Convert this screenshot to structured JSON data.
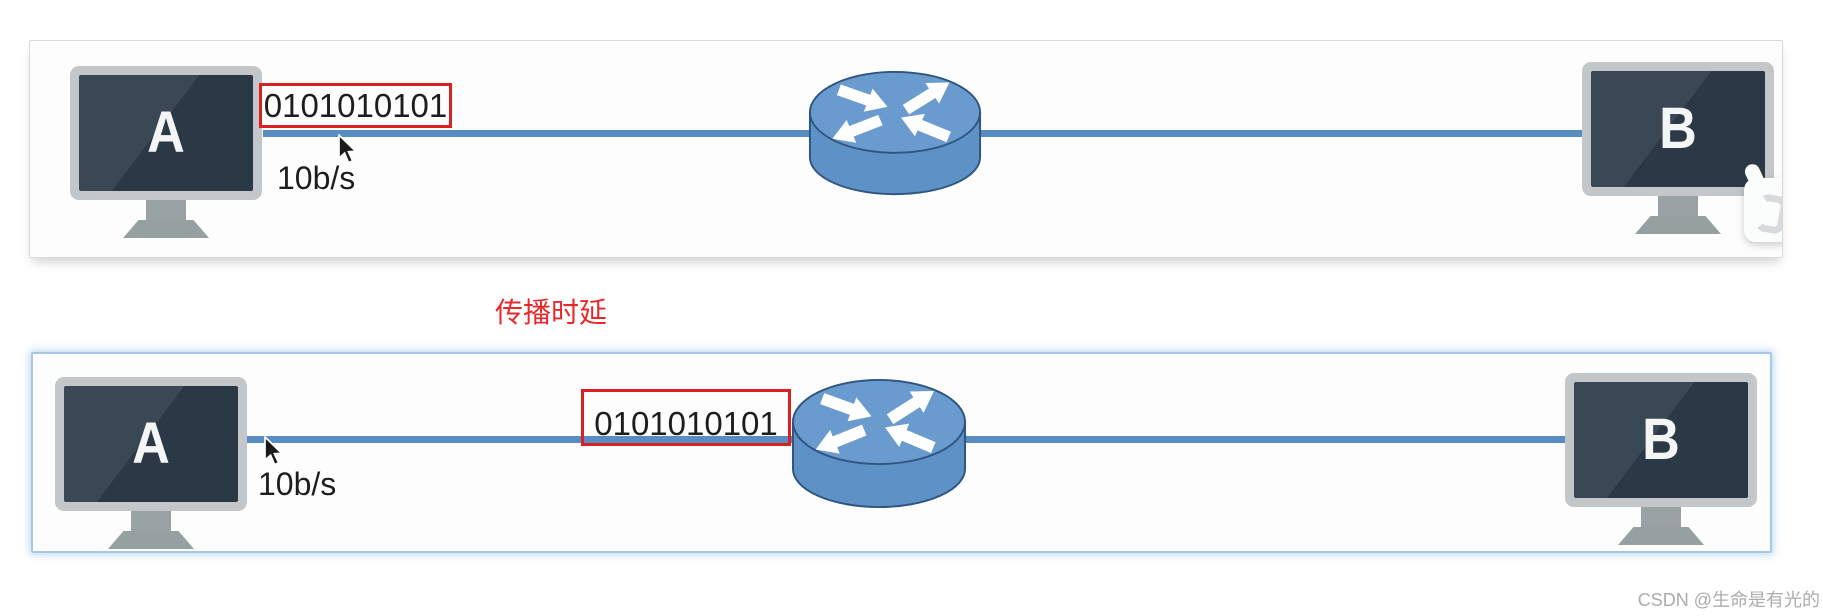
{
  "diagram": {
    "annotation": "传播时延",
    "watermark": "CSDN @生命是有光的",
    "top_panel": {
      "host_a": "A",
      "host_b": "B",
      "packet_label": "0101010101",
      "rate_label": "10b/s"
    },
    "bottom_panel": {
      "host_a": "A",
      "host_b": "B",
      "packet_label": "0101010101",
      "rate_label": "10b/s"
    },
    "colors": {
      "link_blue": "#578dc3",
      "router_blue": "#6296c9",
      "router_outline": "#2f5580",
      "packet_box_red": "#d92121",
      "annotation_red": "#e9282b",
      "screen_dark": "#2b3846",
      "frame_gray": "#c3c7c9",
      "selected_panel_border": "#a5c8e8",
      "watermark_gray": "#acacac"
    },
    "icons": {
      "router": "router-icon",
      "cursor": "arrow-cursor-icon",
      "overlay": "white-overlay-shape"
    }
  }
}
